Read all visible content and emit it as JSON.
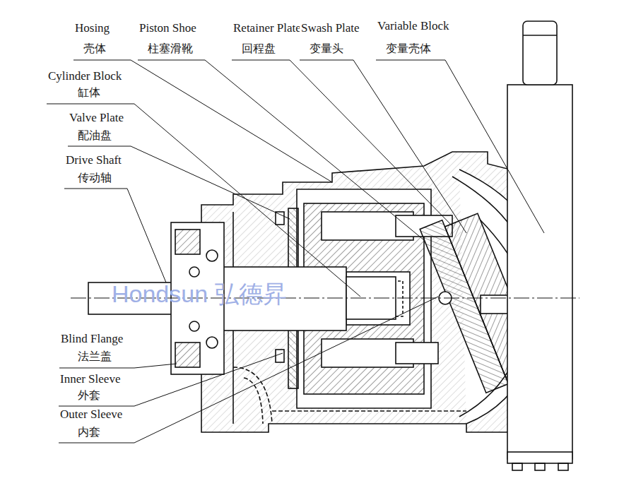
{
  "diagram": {
    "labels": [
      "Hosing",
      "壳体",
      "Piston Shoe",
      "柱塞滑靴",
      "Retainer Plate",
      "回程盘",
      "Swash Plate",
      "变量头",
      "Variable Block",
      "变量壳体",
      "Cylinder Block",
      "缸体",
      "Valve Plate",
      "配油盘",
      "Drive Shaft",
      "传动轴",
      "Blind Flange",
      "法兰盖",
      "Inner Sleeve",
      "外套",
      "Outer Sleeve",
      "内套",
      "Hondsun 弘德昇"
    ]
  }
}
